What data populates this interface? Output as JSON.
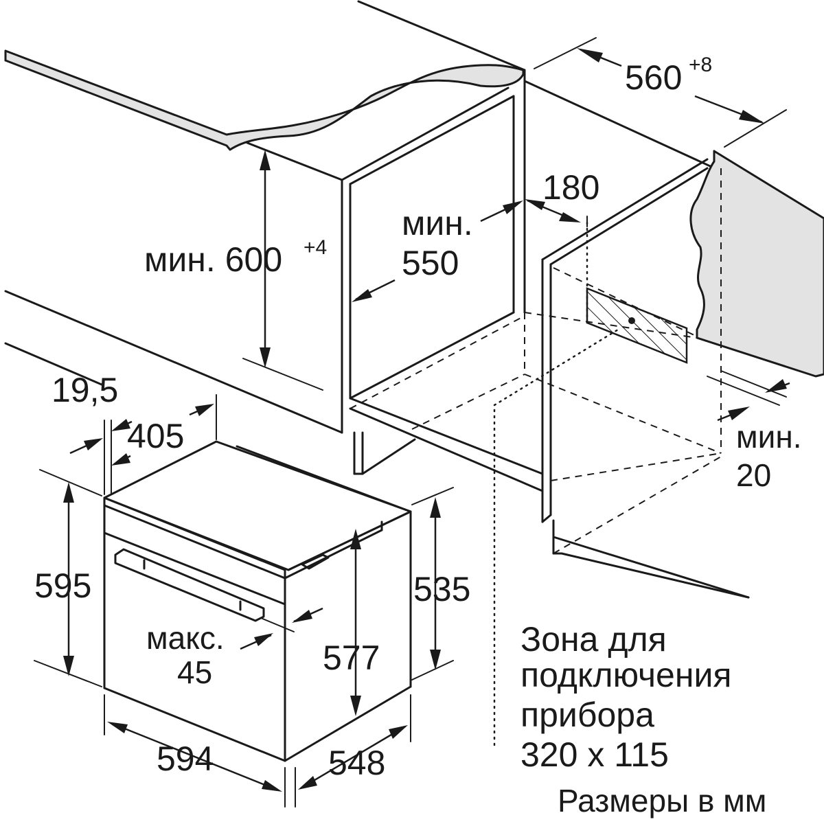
{
  "labels": {
    "dim_560": "560",
    "dim_560_tol": "+8",
    "dim_180": "180",
    "min_word": "мин.",
    "dim_550": "550",
    "dim_600_prefix": "мин. 600",
    "dim_600_tol": "+4",
    "dim_min20_word": "мин.",
    "dim_20": "20",
    "dim_19_5": "19,5",
    "dim_405": "405",
    "dim_595": "595",
    "dim_535": "535",
    "dim_577": "577",
    "maks_word": "макс.",
    "dim_45": "45",
    "dim_594": "594",
    "dim_548": "548",
    "zone_line1": "Зона для",
    "zone_line2": "подключения",
    "zone_line3": "прибора",
    "zone_line4": "320 x 115",
    "units_note": "Размеры в мм"
  },
  "colors": {
    "line": "#1a1a1a",
    "background": "#ffffff",
    "surface_fill": "#e3e3e3"
  }
}
